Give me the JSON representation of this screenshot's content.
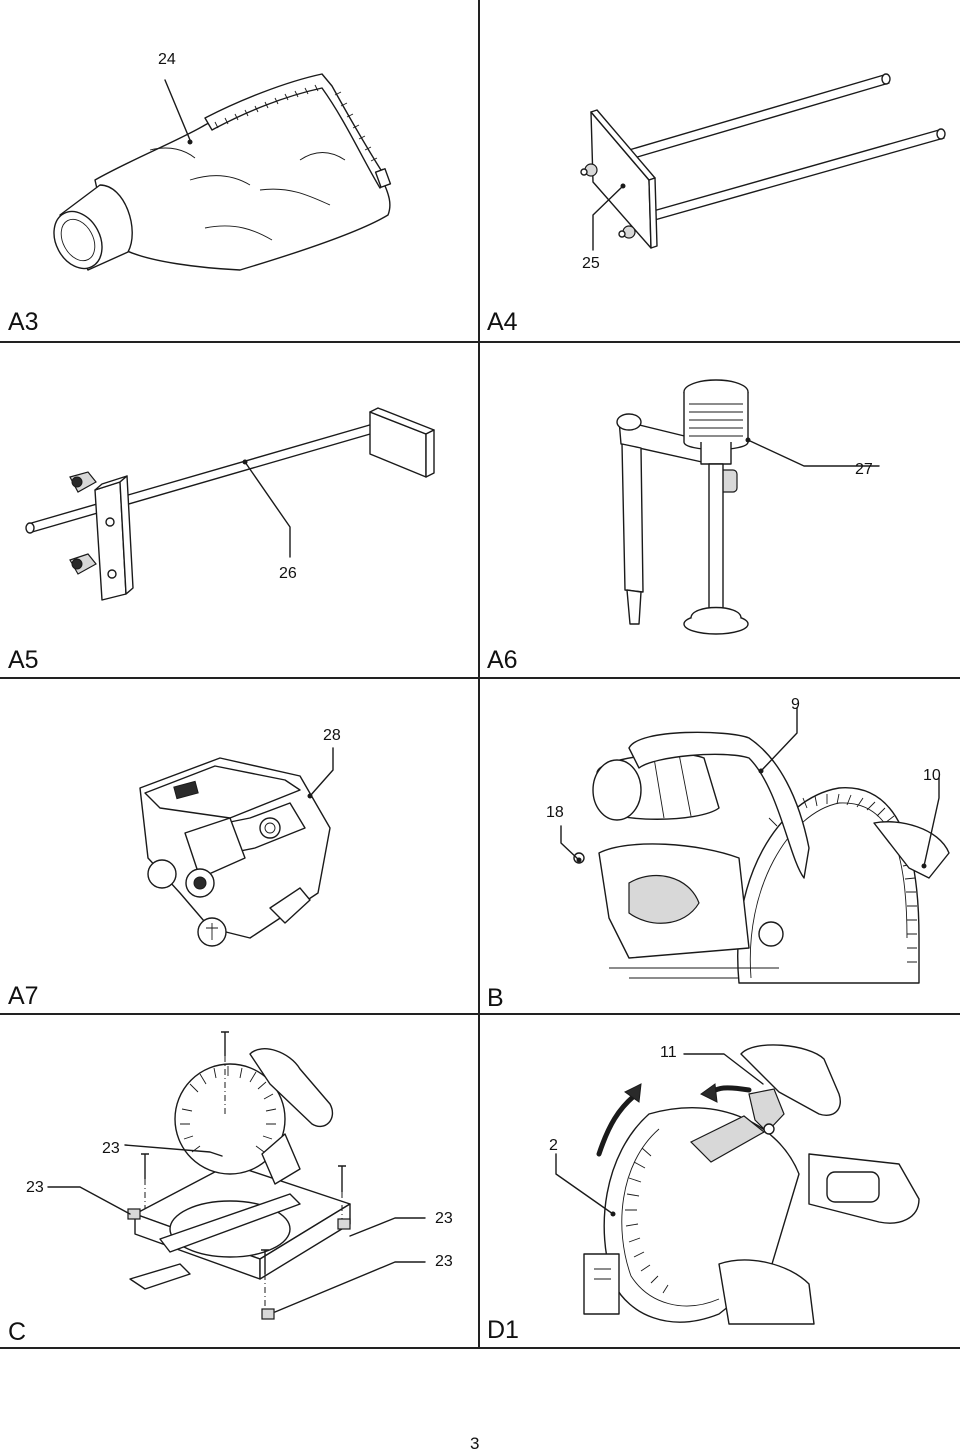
{
  "figures": [
    {
      "id": "A3",
      "label": "A3",
      "callouts": [
        "24"
      ],
      "depicts": "dust-bag"
    },
    {
      "id": "A4",
      "label": "A4",
      "callouts": [
        "25"
      ],
      "depicts": "extension-rods-with-plate"
    },
    {
      "id": "A5",
      "label": "A5",
      "callouts": [
        "26"
      ],
      "depicts": "length-stop-rod"
    },
    {
      "id": "A6",
      "label": "A6",
      "callouts": [
        "27"
      ],
      "depicts": "vertical-vise"
    },
    {
      "id": "A7",
      "label": "A7",
      "callouts": [
        "28"
      ],
      "depicts": "laser-housing"
    },
    {
      "id": "B",
      "label": "B",
      "callouts": [
        "9",
        "10",
        "18"
      ],
      "depicts": "saw-head-carry-handle"
    },
    {
      "id": "C",
      "label": "C",
      "callouts": [
        "23",
        "23",
        "23",
        "23"
      ],
      "depicts": "saw-bench-mounting-bolts"
    },
    {
      "id": "D1",
      "label": "D1",
      "callouts": [
        "11",
        "2"
      ],
      "depicts": "lower-guard-lever"
    }
  ],
  "page_number": "3"
}
